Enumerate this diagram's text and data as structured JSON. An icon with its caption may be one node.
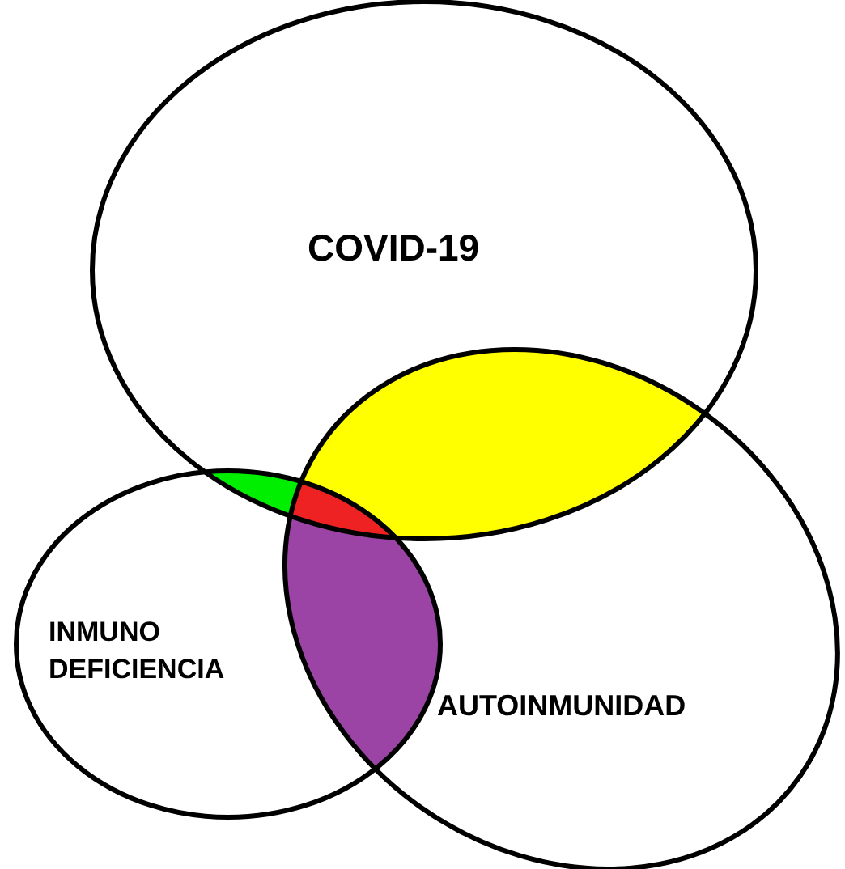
{
  "diagram": {
    "nodes": [
      {
        "text": [
          "COVID-19"
        ]
      },
      {
        "text": [
          "INMUNO DEFICIENCIA"
        ]
      },
      {
        "text": [
          "AUTOINMUNIDAD"
        ]
      }
    ],
    "edges": []
  }
}
